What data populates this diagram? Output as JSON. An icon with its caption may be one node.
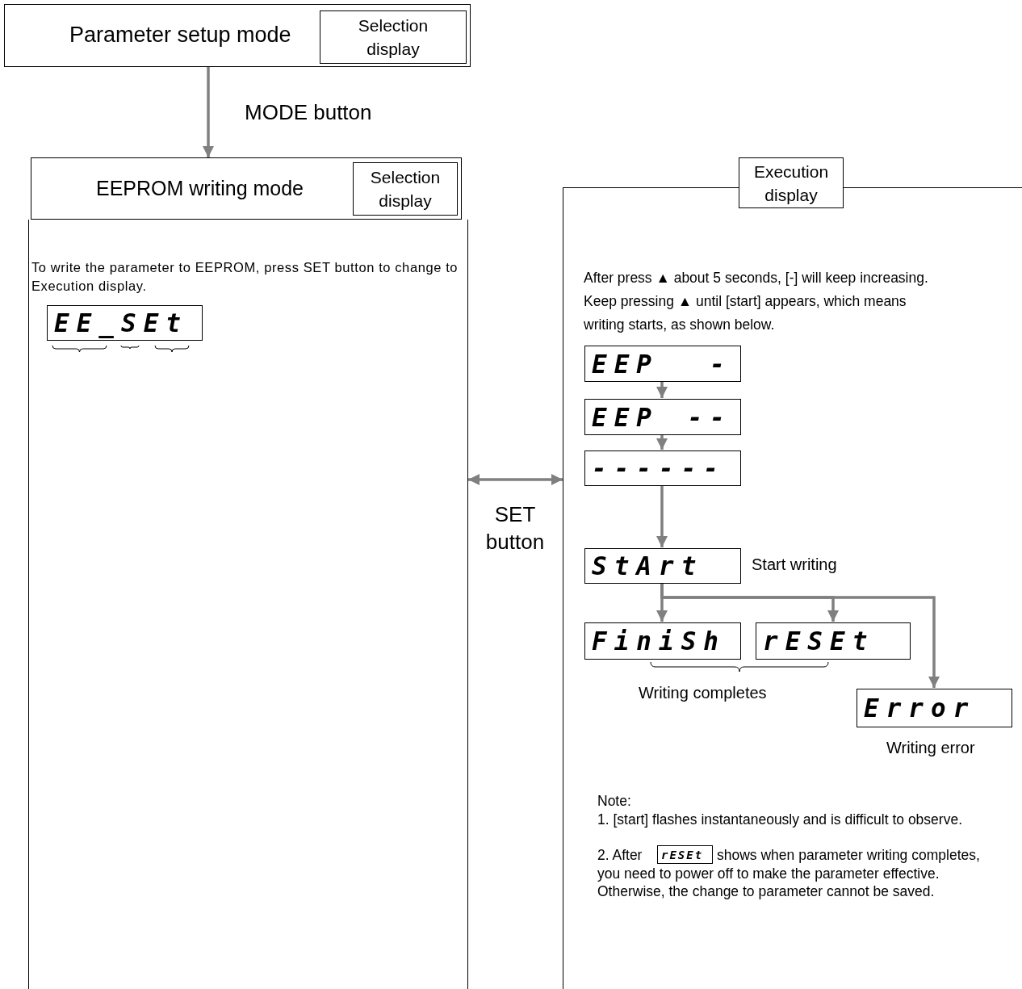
{
  "diagram": {
    "nodes": [
      {
        "text": [
          "Parameter setup mode"
        ]
      },
      {
        "text": [
          "Selection display"
        ],
        "in": 0
      },
      {
        "text": [
          "To write the parameter to EEPROM, press SET button to change to Execution display."
        ]
      },
      {
        "text": [
          "EEPROM writing mode"
        ]
      },
      {
        "text": [
          "Selection display"
        ],
        "in": 3
      },
      {
        "text": [
          "EE_SEt"
        ],
        "in": 2
      },
      {
        "text": [
          "After press ▲ about 5 seconds, [-] will keep increasing. Keep pressing ▲ until [start] appears, which means writing starts, as shown below.",
          "Note:",
          "1. [start]  flashes instantaneously and is difficult to observe.",
          "2. After",
          "shows when parameter writing completes, you need to power off to make the parameter effective. Otherwise, the change to parameter cannot be saved."
        ]
      },
      {
        "text": [
          "Execution display"
        ]
      },
      {
        "text": [
          "EEP -"
        ],
        "in": 6
      },
      {
        "text": [
          "EEP --"
        ],
        "in": 6
      },
      {
        "text": [
          "------"
        ],
        "in": 6
      },
      {
        "text": [
          "StArt"
        ],
        "in": 6,
        "beside": [
          "Start writing"
        ]
      },
      {
        "text": [
          "FiniSh"
        ],
        "in": 6
      },
      {
        "text": [
          "rESEt"
        ],
        "in": 6
      },
      {
        "text": [
          "Error"
        ],
        "in": 6,
        "beside": [
          "Writing error"
        ]
      },
      {
        "text": [
          "rESEt"
        ],
        "in": 6
      }
    ],
    "edges": [
      {
        "from": 0,
        "to": 3,
        "arrow": "to",
        "label": "MODE button"
      },
      {
        "from": 2,
        "to": 6,
        "arrow": "both",
        "label": "SET button"
      },
      {
        "from": 8,
        "to": 9,
        "arrow": "to"
      },
      {
        "from": 9,
        "to": 10,
        "arrow": "to"
      },
      {
        "from": 10,
        "to": 11,
        "arrow": "to"
      },
      {
        "from": 11,
        "to": 12,
        "arrow": "to"
      },
      {
        "from": 11,
        "to": 13,
        "arrow": "to"
      },
      {
        "from": 11,
        "to": 14,
        "arrow": "to"
      }
    ],
    "labels": [
      "Writing completes"
    ]
  }
}
